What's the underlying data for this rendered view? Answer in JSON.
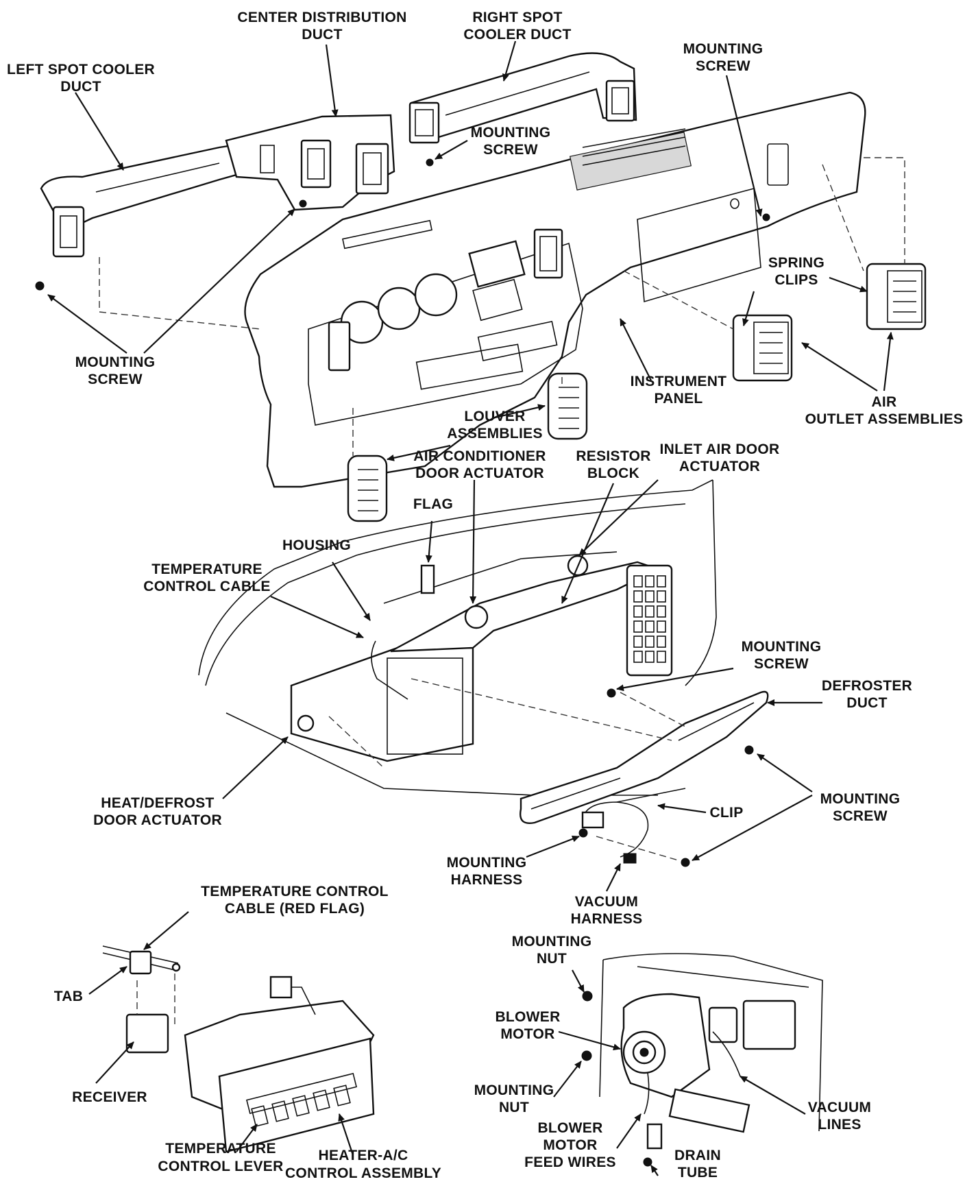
{
  "labels": {
    "center_distribution_duct": [
      "CENTER DISTRIBUTION",
      "DUCT"
    ],
    "right_spot_cooler_duct": [
      "RIGHT SPOT",
      "COOLER DUCT"
    ],
    "left_spot_cooler_duct": [
      "LEFT SPOT COOLER",
      "DUCT"
    ],
    "mounting_screw_top_right": [
      "MOUNTING",
      "SCREW"
    ],
    "mounting_screw_center": [
      "MOUNTING",
      "SCREW"
    ],
    "spring_clips": [
      "SPRING",
      "CLIPS"
    ],
    "mounting_screw_left": [
      "MOUNTING",
      "SCREW"
    ],
    "instrument_panel": [
      "INSTRUMENT",
      "PANEL"
    ],
    "air_outlet_assemblies": [
      "AIR",
      "OUTLET ASSEMBLIES"
    ],
    "louver_assemblies": [
      "LOUVER",
      "ASSEMBLIES"
    ],
    "air_conditioner_door_actuator": [
      "AIR CONDITIONER",
      "DOOR ACTUATOR"
    ],
    "resistor_block": [
      "RESISTOR",
      "BLOCK"
    ],
    "inlet_air_door_actuator": [
      "INLET AIR DOOR",
      "ACTUATOR"
    ],
    "flag": [
      "FLAG"
    ],
    "housing": [
      "HOUSING"
    ],
    "temperature_control_cable": [
      "TEMPERATURE",
      "CONTROL CABLE"
    ],
    "mounting_screw_defroster": [
      "MOUNTING",
      "SCREW"
    ],
    "defroster_duct": [
      "DEFROSTER",
      "DUCT"
    ],
    "heat_defrost_door_actuator": [
      "HEAT/DEFROST",
      "DOOR ACTUATOR"
    ],
    "clip": [
      "CLIP"
    ],
    "mounting_screw_bottom_right": [
      "MOUNTING",
      "SCREW"
    ],
    "mounting_harness": [
      "MOUNTING",
      "HARNESS"
    ],
    "vacuum_harness": [
      "VACUUM",
      "HARNESS"
    ],
    "temperature_control_cable_red_flag": [
      "TEMPERATURE CONTROL",
      "CABLE (RED FLAG)"
    ],
    "tab": [
      "TAB"
    ],
    "receiver": [
      "RECEIVER"
    ],
    "temperature_control_lever": [
      "TEMPERATURE",
      "CONTROL LEVER"
    ],
    "heater_ac_control_assembly": [
      "HEATER-A/C",
      "CONTROL ASSEMBLY"
    ],
    "mounting_nut_top": [
      "MOUNTING",
      "NUT"
    ],
    "blower_motor": [
      "BLOWER",
      "MOTOR"
    ],
    "mounting_nut_bottom": [
      "MOUNTING",
      "NUT"
    ],
    "blower_motor_feed_wires": [
      "BLOWER",
      "MOTOR",
      "FEED WIRES"
    ],
    "drain_tube": [
      "DRAIN",
      "TUBE"
    ],
    "vacuum_lines": [
      "VACUUM",
      "LINES"
    ]
  }
}
